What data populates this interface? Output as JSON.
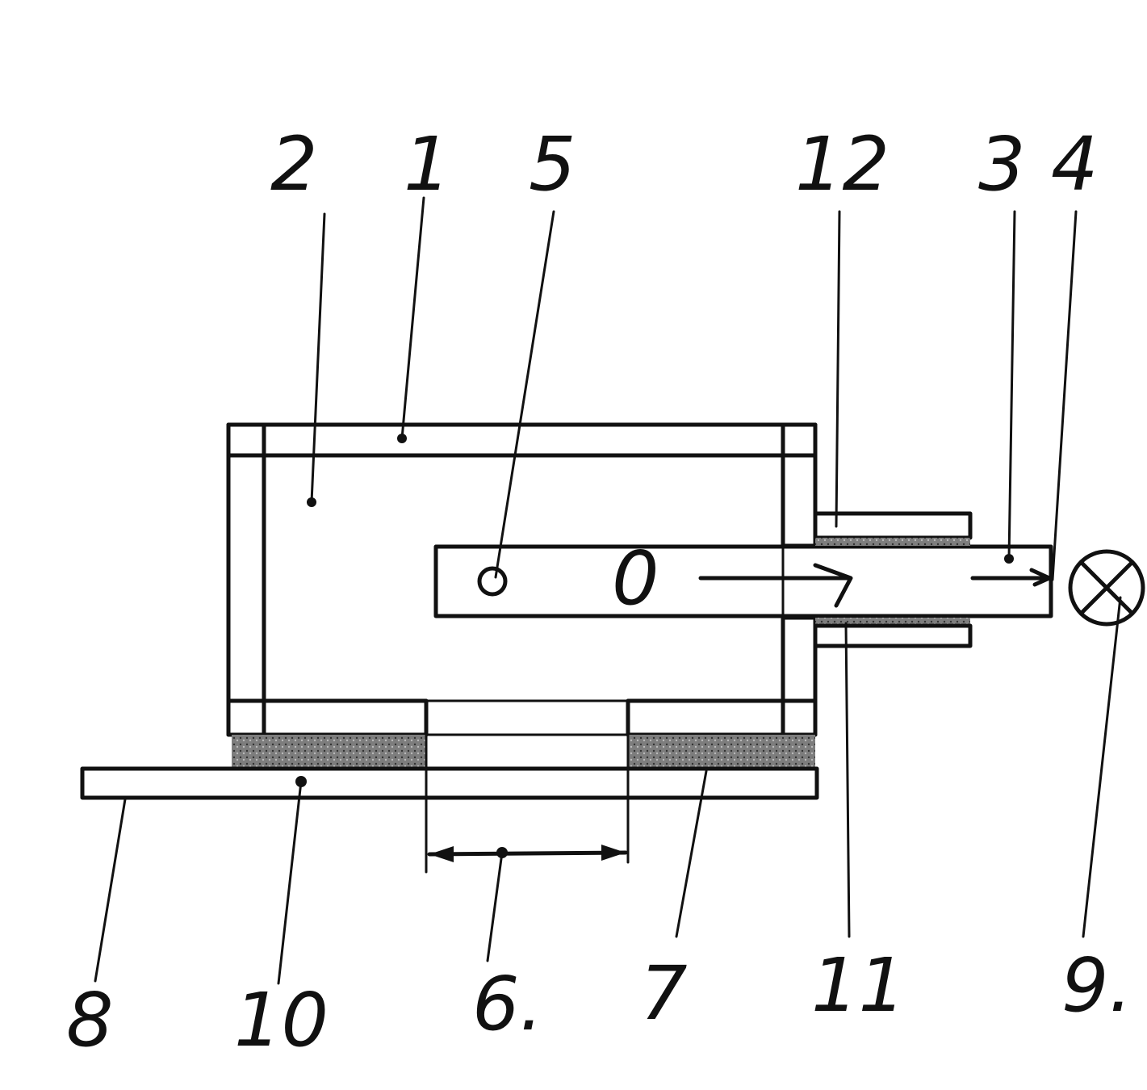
{
  "colors": {
    "ink": "#111111",
    "paper": "#ffffff",
    "insulation": "#8a8a8a"
  },
  "labels": {
    "l1": "1",
    "l2": "2",
    "l3": "3",
    "l4": "4",
    "l5": "5",
    "l6": "6.",
    "l7": "7",
    "l8": "8",
    "l9": "9.",
    "l10": "10",
    "l11": "11",
    "l12": "12",
    "rod_mark": "0"
  }
}
